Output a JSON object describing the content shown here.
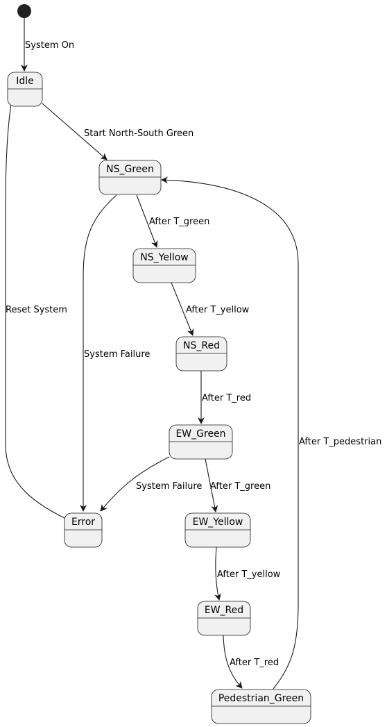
{
  "colors": {
    "state_fill": "#f1f1f1",
    "stroke": "#181818",
    "initial_node": "#222222",
    "text": "#000000"
  },
  "states": {
    "idle": "Idle",
    "ns_green": "NS_Green",
    "ns_yellow": "NS_Yellow",
    "ns_red": "NS_Red",
    "ew_green": "EW_Green",
    "ew_yellow": "EW_Yellow",
    "ew_red": "EW_Red",
    "pedestrian_green": "Pedestrian_Green",
    "error": "Error"
  },
  "transitions": [
    {
      "from": "initial",
      "to": "Idle",
      "label": "System On"
    },
    {
      "from": "Idle",
      "to": "NS_Green",
      "label": "Start North-South Green"
    },
    {
      "from": "NS_Green",
      "to": "NS_Yellow",
      "label": "After T_green"
    },
    {
      "from": "NS_Yellow",
      "to": "NS_Red",
      "label": "After T_yellow"
    },
    {
      "from": "NS_Red",
      "to": "EW_Green",
      "label": "After T_red"
    },
    {
      "from": "EW_Green",
      "to": "EW_Yellow",
      "label": "After T_green"
    },
    {
      "from": "EW_Yellow",
      "to": "EW_Red",
      "label": "After T_yellow"
    },
    {
      "from": "EW_Red",
      "to": "Pedestrian_Green",
      "label": "After T_red"
    },
    {
      "from": "Pedestrian_Green",
      "to": "NS_Green",
      "label": "After T_pedestrian"
    },
    {
      "from": "NS_Green",
      "to": "Error",
      "label": "System Failure"
    },
    {
      "from": "EW_Green",
      "to": "Error",
      "label": "System Failure"
    },
    {
      "from": "Error",
      "to": "Idle",
      "label": "Reset System"
    }
  ]
}
